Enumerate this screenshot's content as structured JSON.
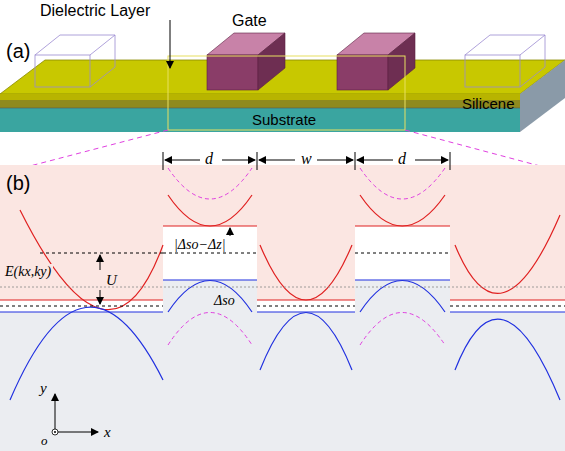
{
  "diagram": {
    "labels": [
      "(a)",
      "Dielectric Layer",
      "Gate",
      "Substrate",
      "Silicene",
      "(b)",
      "d",
      "w",
      "d",
      "|Δso−Δz|",
      "E(kx,ky)",
      "U",
      "Δso",
      "y",
      "x",
      "o"
    ]
  }
}
